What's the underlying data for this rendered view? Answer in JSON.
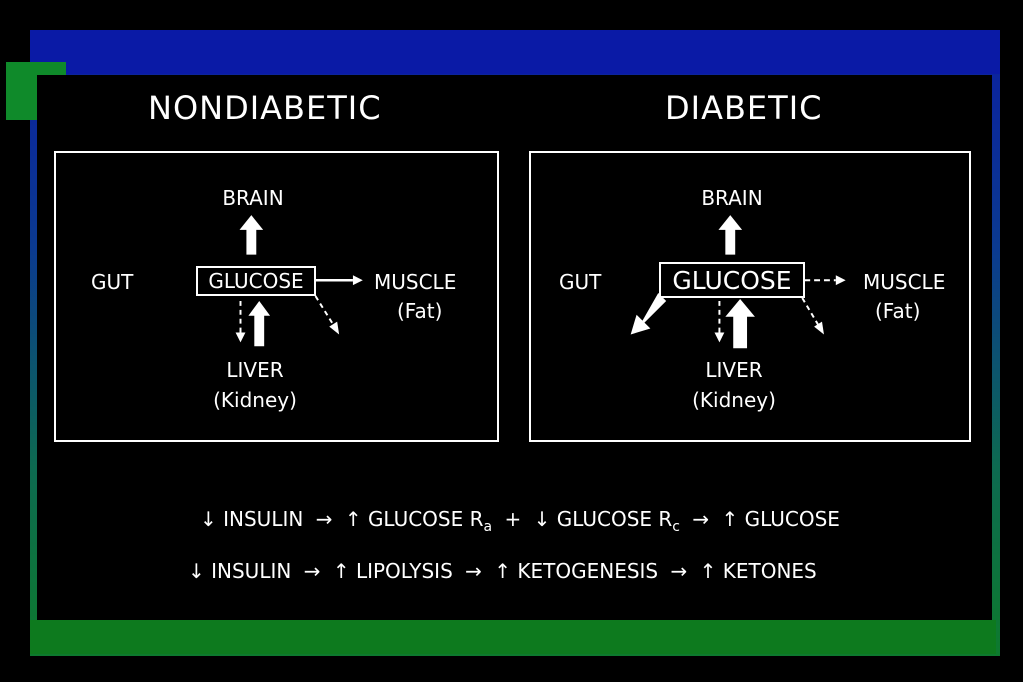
{
  "headings": {
    "left": "NONDIABETIC",
    "right": "DIABETIC"
  },
  "panels": {
    "nondiabetic": {
      "brain": "BRAIN",
      "gut": "GUT",
      "glucose": "GLUCOSE",
      "muscle": "MUSCLE",
      "fat": "(Fat)",
      "liver": "LIVER",
      "kidney": "(Kidney)"
    },
    "diabetic": {
      "brain": "BRAIN",
      "gut": "GUT",
      "glucose": "GLUCOSE",
      "muscle": "MUSCLE",
      "fat": "(Fat)",
      "liver": "LIVER",
      "kidney": "(Kidney)"
    }
  },
  "equations": {
    "line1": {
      "down1": "↓",
      "insulin": "INSULIN",
      "arrow1": "→",
      "up1": "↑",
      "glucose_ra": "GLUCOSE R",
      "ra_sub": "a",
      "plus": "+",
      "down2": "↓",
      "glucose_rc": "GLUCOSE R",
      "rc_sub": "c",
      "arrow2": "→",
      "up2": "↑",
      "glucose": "GLUCOSE"
    },
    "line2": {
      "down1": "↓",
      "insulin": "INSULIN",
      "arrow1": "→",
      "up1": "↑",
      "lipolysis": "LIPOLYSIS",
      "arrow2": "→",
      "up2": "↑",
      "ketogenesis": "KETOGENESIS",
      "arrow3": "→",
      "up3": "↑",
      "ketones": "KETONES"
    }
  },
  "colors": {
    "frame_blue": "#0a1aa6",
    "frame_green": "#0d7a1e",
    "background": "#000000",
    "foreground": "#ffffff"
  }
}
